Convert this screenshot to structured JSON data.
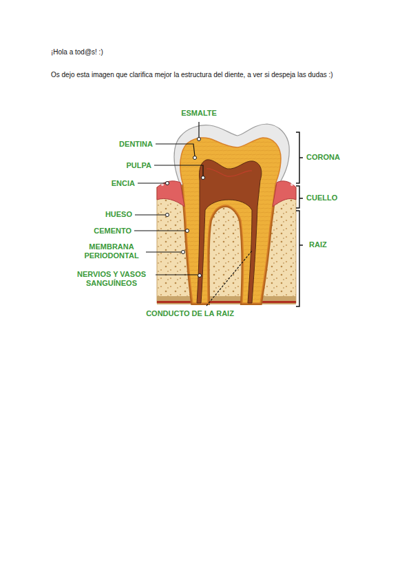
{
  "diagram": {
    "labels": [
      "¡Hola a tod@s! :)",
      "Os dejo esta imagen que clarifica mejor la estructura del diente, a ver si despeja las dudas :)",
      "ESMALTE",
      "DENTINA",
      "PULPA",
      "ENCIA",
      "HUESO",
      "CEMENTO",
      "MEMBRANA PERIODONTAL",
      "NERVIOS Y VASOS SANGUÍNEOS",
      "CONDUCTO DE LA RAIZ",
      "CORONA",
      "CUELLO",
      "RAIZ"
    ]
  }
}
